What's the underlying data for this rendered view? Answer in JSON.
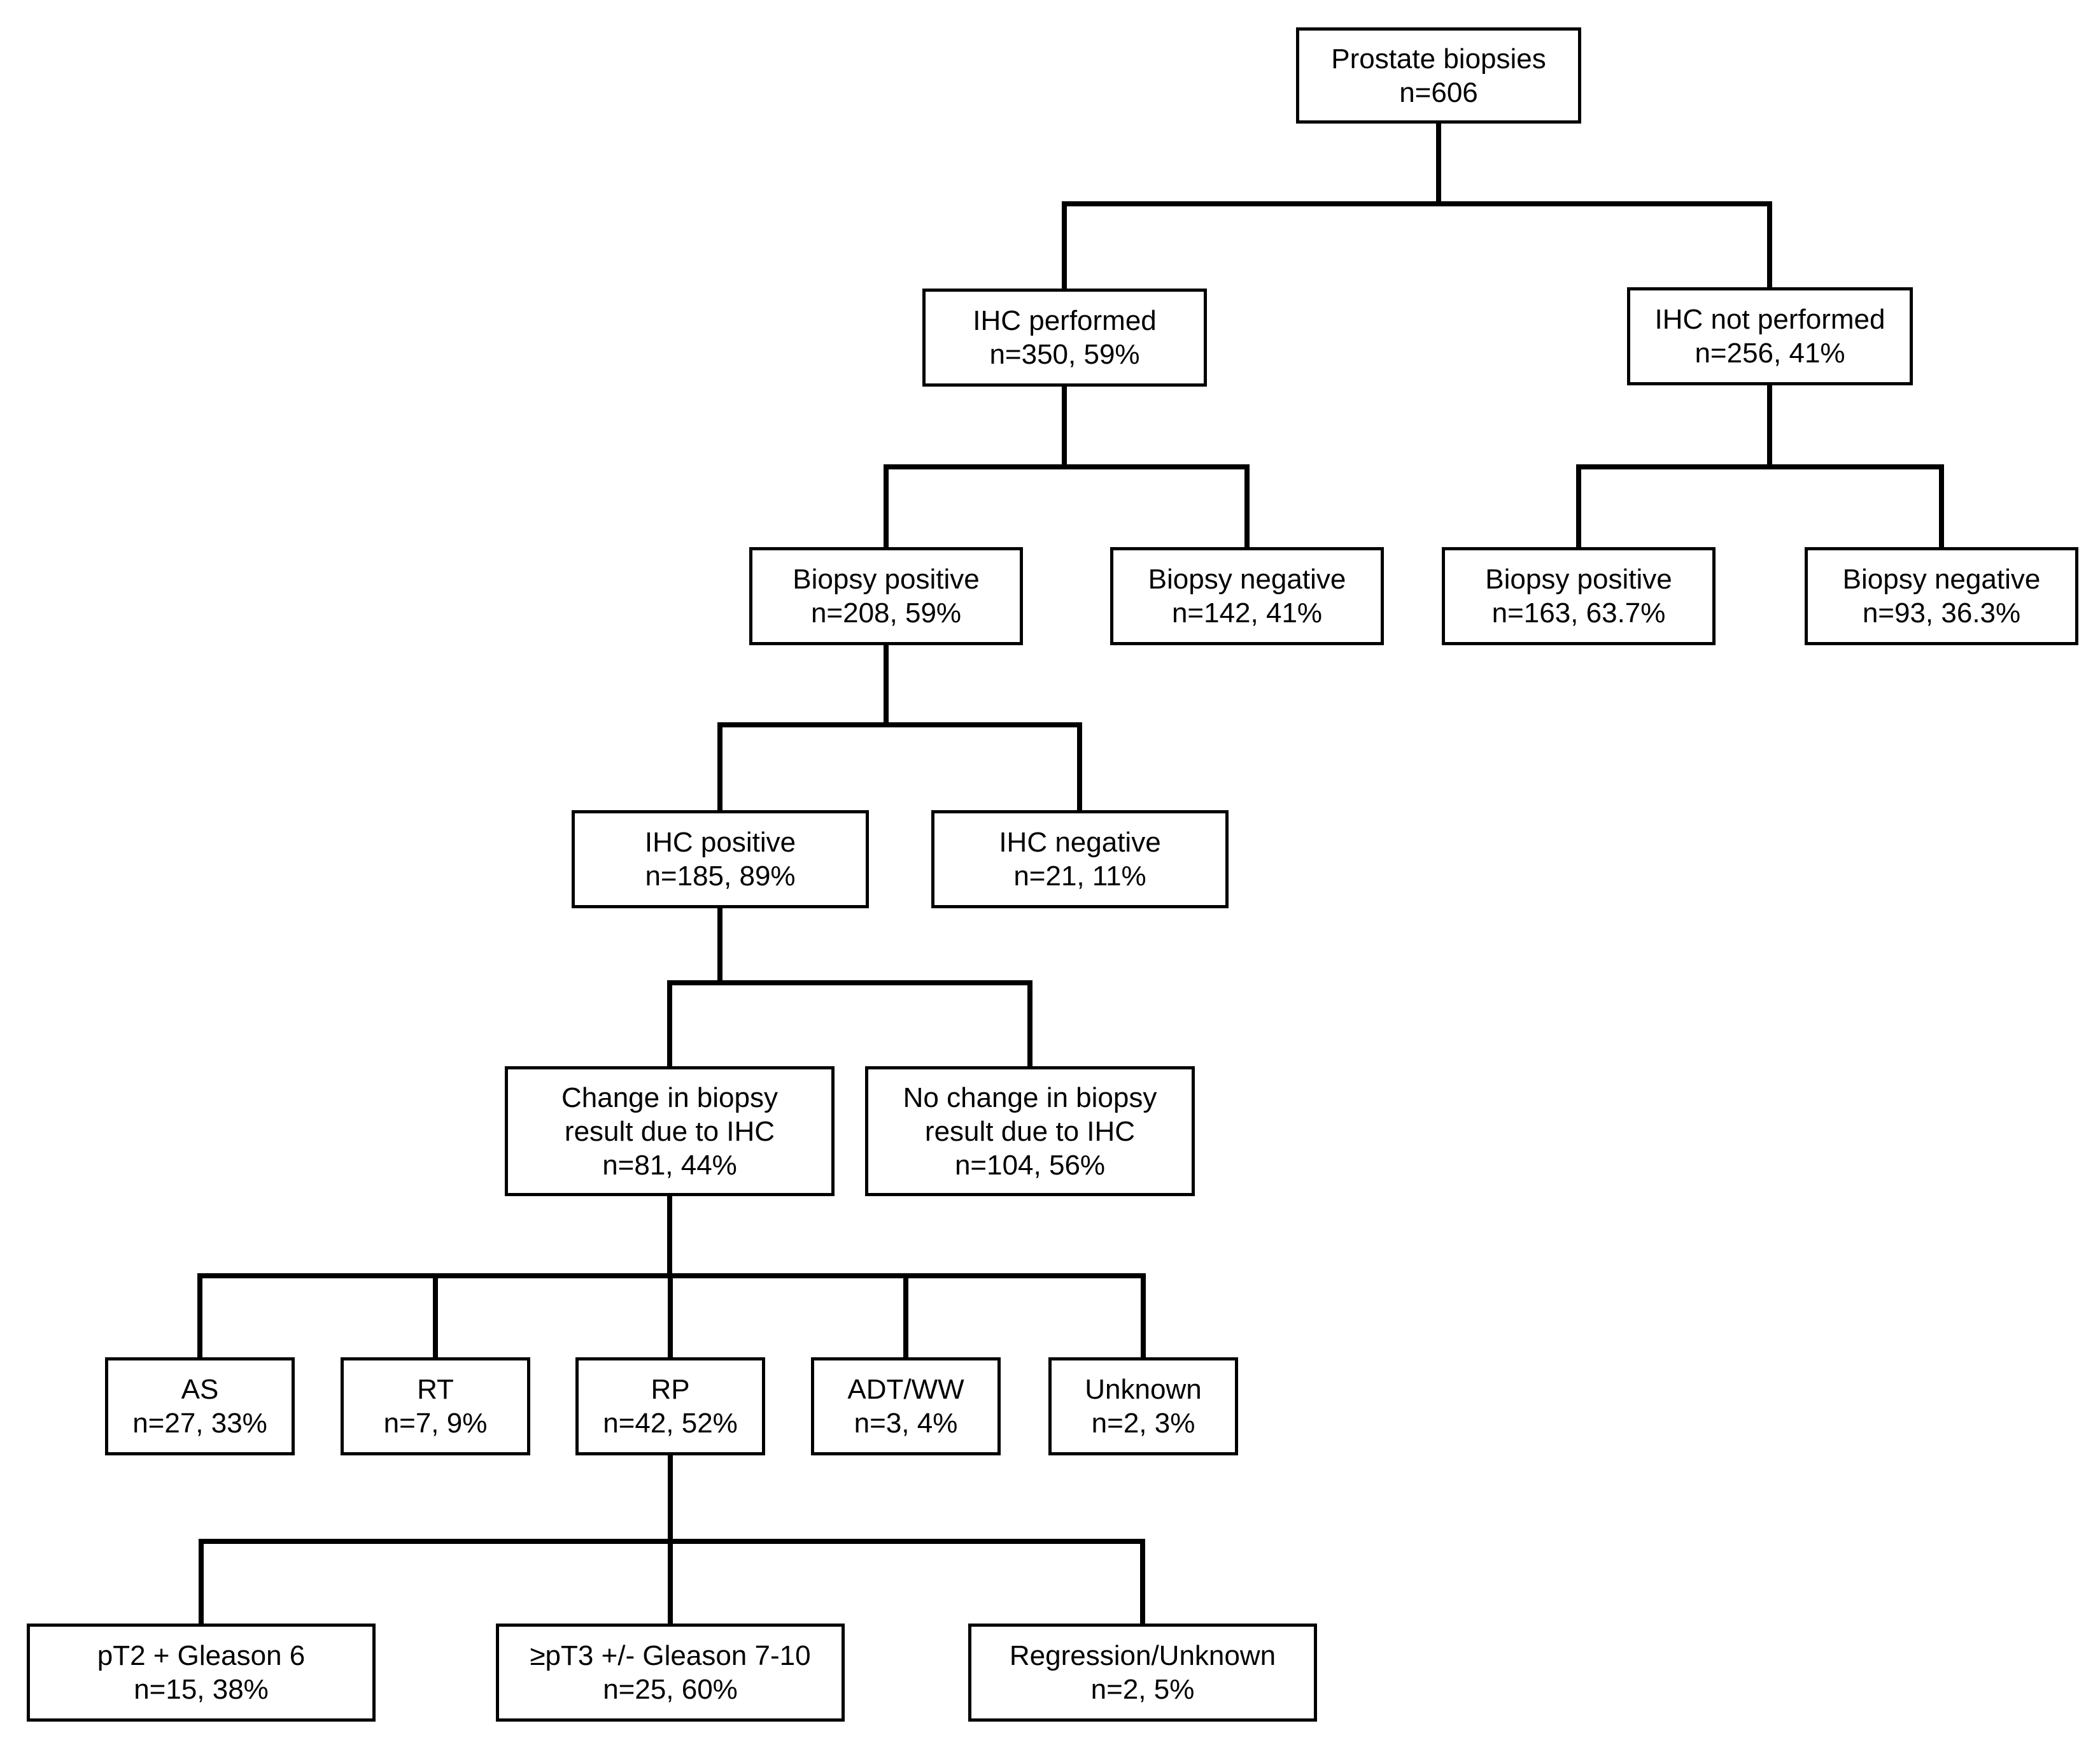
{
  "nodes": {
    "root": {
      "title": "Prostate biopsies",
      "count": "n=606"
    },
    "ihc_yes": {
      "title": "IHC performed",
      "count": "n=350, 59%"
    },
    "ihc_no": {
      "title": "IHC not performed",
      "count": "n=256, 41%"
    },
    "a_pos": {
      "title": "Biopsy positive",
      "count": "n=208, 59%"
    },
    "a_neg": {
      "title": "Biopsy negative",
      "count": "n=142, 41%"
    },
    "b_pos": {
      "title": "Biopsy positive",
      "count": "n=163, 63.7%"
    },
    "b_neg": {
      "title": "Biopsy negative",
      "count": "n=93, 36.3%"
    },
    "ihc_pos": {
      "title": "IHC positive",
      "count": "n=185, 89%"
    },
    "ihc_neg": {
      "title": "IHC negative",
      "count": "n=21, 11%"
    },
    "change": {
      "title_1": "Change in biopsy",
      "title_2": "result due to IHC",
      "count": "n=81, 44%"
    },
    "nochange": {
      "title_1": "No change in biopsy",
      "title_2": "result due to IHC",
      "count": "n=104, 56%"
    },
    "as": {
      "title": "AS",
      "count": "n=27, 33%"
    },
    "rt": {
      "title": "RT",
      "count": "n=7, 9%"
    },
    "rp": {
      "title": "RP",
      "count": "n=42, 52%"
    },
    "adt": {
      "title": "ADT/WW",
      "count": "n=3, 4%"
    },
    "unknown": {
      "title": "Unknown",
      "count": "n=2, 3%"
    },
    "pt2": {
      "title": "pT2 + Gleason 6",
      "count": "n=15, 38%"
    },
    "pt3": {
      "title": "≥pT3 +/- Gleason 7-10",
      "count": "n=25, 60%"
    },
    "regress": {
      "title": "Regression/Unknown",
      "count": "n=2, 5%"
    }
  },
  "colors": {
    "line": "#000000",
    "box_border": "#000000",
    "box_fill": "#ffffff",
    "text": "#000000"
  }
}
